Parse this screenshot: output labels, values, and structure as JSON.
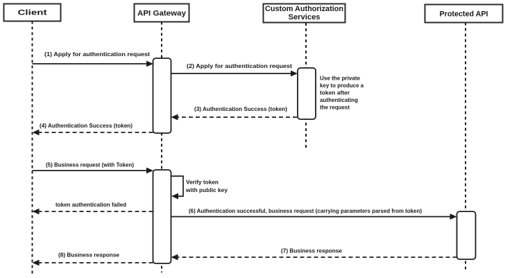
{
  "diagram": {
    "type": "sequence-diagram",
    "colors": {
      "line": "#1c1c1c",
      "background": "#ffffff",
      "box_fill": "#ffffff"
    },
    "actors": [
      {
        "label": "Client"
      },
      {
        "label": "API Gateway"
      },
      {
        "label_line1": "Custom Authorization",
        "label_line2": "Services"
      },
      {
        "label": "Protected API"
      }
    ],
    "messages": [
      {
        "label": "(1) Apply for authentication request",
        "from": "Client",
        "to": "API Gateway",
        "style": "solid"
      },
      {
        "label": "(2) Apply for authentication request",
        "from": "API Gateway",
        "to": "Custom Authorization Services",
        "style": "solid"
      },
      {
        "label": "(3) Authentication Success (token)",
        "from": "Custom Authorization Services",
        "to": "API Gateway",
        "style": "dashed"
      },
      {
        "label": "(4) Authentication Success (token)",
        "from": "API Gateway",
        "to": "Client",
        "style": "dashed"
      },
      {
        "label": "(5) Business request (with Token)",
        "from": "Client",
        "to": "API Gateway",
        "style": "solid"
      },
      {
        "label_line1": "Verify token",
        "label_line2": "with public key",
        "from": "API Gateway",
        "to": "API Gateway",
        "style": "self"
      },
      {
        "label": "token authentication failed",
        "from": "API Gateway",
        "to": "Client",
        "style": "dashed"
      },
      {
        "label": "(6) Authentication successful, business request (carrying parameters parsed from token)",
        "from": "API Gateway",
        "to": "Protected API",
        "style": "solid"
      },
      {
        "label": "(7) Business response",
        "from": "Protected API",
        "to": "API Gateway",
        "style": "dashed"
      },
      {
        "label": "(8) Business response",
        "from": "API Gateway",
        "to": "Client",
        "style": "dashed"
      }
    ],
    "note": {
      "attached_to": "Custom Authorization Services",
      "lines": [
        "Use the private",
        "key to produce a",
        "token after",
        "authenticating",
        "the request"
      ]
    }
  }
}
